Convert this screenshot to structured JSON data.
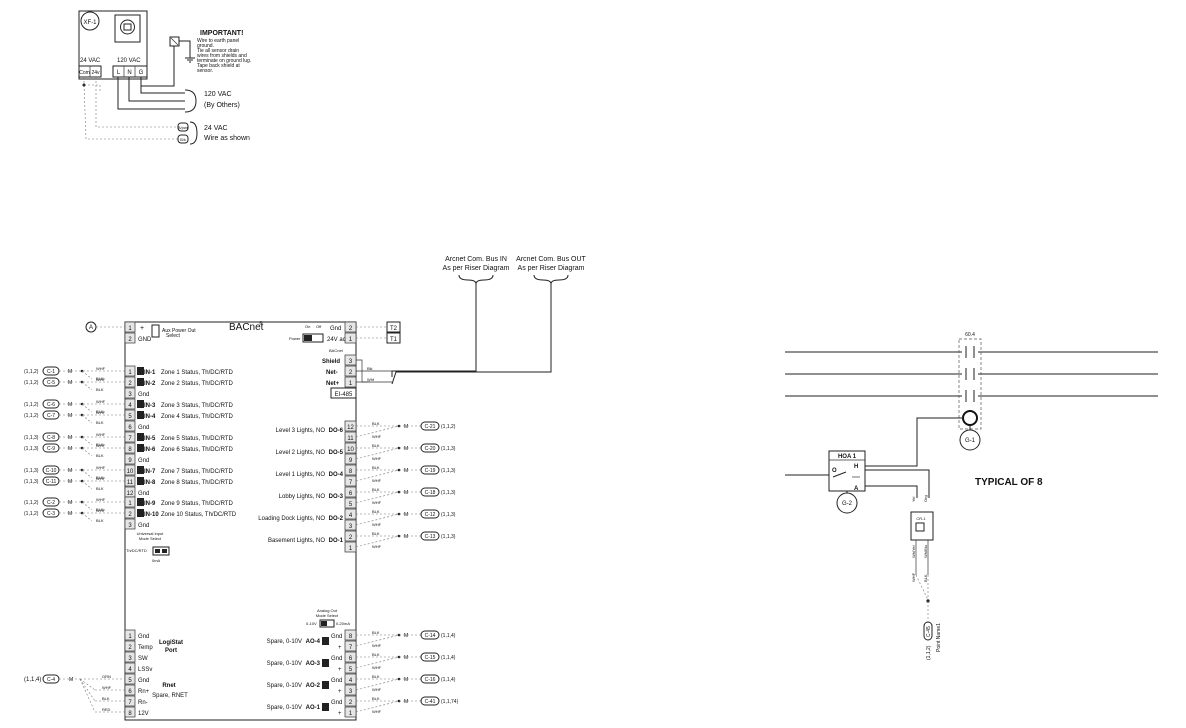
{
  "transformer": {
    "tag": "XF-1",
    "label_24": "24 VAC",
    "label_120": "120 VAC",
    "terminals_low": [
      "Com",
      "24v"
    ],
    "terminals_high": [
      "L",
      "N",
      "G"
    ],
    "important_title": "IMPORTANT!",
    "important_lines": [
      "Wire to earth panel",
      "ground.",
      "Tie all sensor drain",
      "wires from shields and",
      "terminate on ground lug.",
      "Tape back shield at",
      "sensor."
    ],
    "feed_120_lines": [
      "120 VAC",
      "(By Others)"
    ],
    "feed_24_lines": [
      "24 VAC",
      "Wire as shown"
    ],
    "wire_tags": [
      "B/pwr",
      "B/k"
    ]
  },
  "bus": {
    "in_lines": [
      "Arcnet Com. Bus IN",
      "As per Riser Diagram"
    ],
    "out_lines": [
      "Arcnet Com. Bus OUT",
      "As per Riser Diagram"
    ]
  },
  "controller": {
    "logo": "BACnet",
    "logo_mark": "®",
    "ref_a": "A",
    "aux_power": [
      "Aux Power Out",
      "Select"
    ],
    "top_left_terms": [
      {
        "n": "1",
        "l": "+"
      },
      {
        "n": "2",
        "l": "GND"
      }
    ],
    "power_terms": [
      {
        "n": "2",
        "l": "Gnd",
        "tag": "T2"
      },
      {
        "n": "1",
        "l": "24V ac",
        "tag": "T1"
      }
    ],
    "switch_labels": [
      "On",
      "Off"
    ],
    "switch_name": "Power",
    "bacnet_small": "BACnet",
    "rs485_terms": [
      {
        "n": "3",
        "l": "Shield"
      },
      {
        "n": "2",
        "l": "Net-"
      },
      {
        "n": "1",
        "l": "Net+"
      }
    ],
    "rs485_label": "EI-485",
    "rs485_wires": [
      "Blk",
      "Whf"
    ],
    "inputs_a": [
      {
        "n": "1",
        "io": "IN-1",
        "desc": "Zone 1 Status, Th/DC/RTD"
      },
      {
        "n": "2",
        "io": "IN-2",
        "desc": "Zone 2 Status, Th/DC/RTD"
      },
      {
        "n": "3",
        "io": "",
        "desc": "Gnd"
      },
      {
        "n": "4",
        "io": "IN-3",
        "desc": "Zone 3 Status, Th/DC/RTD"
      },
      {
        "n": "5",
        "io": "IN-4",
        "desc": "Zone 4 Status, Th/DC/RTD"
      },
      {
        "n": "6",
        "io": "",
        "desc": "Gnd"
      },
      {
        "n": "7",
        "io": "IN-5",
        "desc": "Zone 5 Status, Th/DC/RTD"
      },
      {
        "n": "8",
        "io": "IN-6",
        "desc": "Zone 6 Status, Th/DC/RTD"
      },
      {
        "n": "9",
        "io": "",
        "desc": "Gnd"
      },
      {
        "n": "10",
        "io": "IN-7",
        "desc": "Zone 7 Status, Th/DC/RTD"
      },
      {
        "n": "11",
        "io": "IN-8",
        "desc": "Zone 8 Status, Th/DC/RTD"
      },
      {
        "n": "12",
        "io": "",
        "desc": "Gnd"
      }
    ],
    "inputs_b": [
      {
        "n": "1",
        "io": "IN-9",
        "desc": "Zone 9 Status, Th/DC/RTD"
      },
      {
        "n": "2",
        "io": "IN-10",
        "desc": "Zone 10 Status, Th/DC/RTD"
      },
      {
        "n": "3",
        "io": "",
        "desc": "Gnd"
      }
    ],
    "input_refs": [
      {
        "addr": "(1,1,2)",
        "ref": "C-1"
      },
      {
        "addr": "(1,1,2)",
        "ref": "C-5"
      },
      {
        "addr": "(1,1,2)",
        "ref": "C-6"
      },
      {
        "addr": "(1,1,2)",
        "ref": "C-7"
      },
      {
        "addr": "(1,1,3)",
        "ref": "C-8"
      },
      {
        "addr": "(1,1,3)",
        "ref": "C-9"
      },
      {
        "addr": "(1,1,3)",
        "ref": "C-10"
      },
      {
        "addr": "(1,1,3)",
        "ref": "C-11"
      },
      {
        "addr": "(1,1,2)",
        "ref": "C-2"
      },
      {
        "addr": "(1,1,2)",
        "ref": "C-3"
      }
    ],
    "wire_m": "M",
    "wire_whf": "WHF",
    "wire_blk": "BLK",
    "jumper_lines": [
      "Universal Input",
      "Mode Select"
    ],
    "jumper_labels": [
      "Th/DC/RTD",
      "0mA"
    ],
    "outputs_do": [
      {
        "t1": "12",
        "t2": "11",
        "io": "DO-6",
        "desc": "Level 3 Lights, NO",
        "ref": "C-21",
        "addr": "(1,1,2)"
      },
      {
        "t1": "10",
        "t2": "9",
        "io": "DO-5",
        "desc": "Level 2 Lights, NO",
        "ref": "C-20",
        "addr": "(1,1,3)"
      },
      {
        "t1": "8",
        "t2": "7",
        "io": "DO-4",
        "desc": "Level 1 Lights, NO",
        "ref": "C-19",
        "addr": "(1,1,3)"
      },
      {
        "t1": "6",
        "t2": "5",
        "io": "DO-3",
        "desc": "Lobby Lights, NO",
        "ref": "C-18",
        "addr": "(1,1,3)"
      },
      {
        "t1": "4",
        "t2": "3",
        "io": "DO-2",
        "desc": "Loading Dock Lights, NO",
        "ref": "C-12",
        "addr": "(1,1,3)"
      },
      {
        "t1": "2",
        "t2": "1",
        "io": "DO-1",
        "desc": "Basement Lights, NO",
        "ref": "C-13",
        "addr": "(1,1,3)"
      }
    ],
    "ao_mode": [
      "Analog Out",
      "Mode Select",
      "0-10V",
      "0-20mA"
    ],
    "outputs_ao": [
      {
        "t1": "8",
        "t2": "7",
        "io": "AO-4",
        "desc": "Spare, 0-10V",
        "ref": "C-14",
        "addr": "(1,1,4)"
      },
      {
        "t1": "6",
        "t2": "5",
        "io": "AO-3",
        "desc": "Spare, 0-10V",
        "ref": "C-15",
        "addr": "(1,1,4)"
      },
      {
        "t1": "4",
        "t2": "3",
        "io": "AO-2",
        "desc": "Spare, 0-10V",
        "ref": "C-16",
        "addr": "(1,1,4)"
      },
      {
        "t1": "2",
        "t2": "1",
        "io": "AO-1",
        "desc": "Spare, 0-10V",
        "ref": "C-41",
        "addr": "(1,1,74)"
      }
    ],
    "ao_gnd": "Gnd",
    "ao_plus": "+",
    "logistat_terms": [
      {
        "n": "1",
        "l": "Gnd"
      },
      {
        "n": "2",
        "l": "Temp"
      },
      {
        "n": "3",
        "l": "SW"
      },
      {
        "n": "4",
        "l": "LSSv"
      }
    ],
    "logistat_label": [
      "LogiStat",
      "Port"
    ],
    "rnet_terms": [
      {
        "n": "5",
        "l": "Gnd"
      },
      {
        "n": "6",
        "l": "Rn+"
      },
      {
        "n": "7",
        "l": "Rn-"
      },
      {
        "n": "8",
        "l": "12V"
      }
    ],
    "rnet_label": [
      "Rnet",
      "Spare, RNET"
    ],
    "rnet_ref": {
      "addr": "(1,1,4)",
      "ref": "C-4"
    },
    "rnet_wires": [
      "GRN",
      "WHF",
      "BLK",
      "RED"
    ]
  },
  "contactor": {
    "title": "TYPICAL OF 8",
    "tag_top": "60.4",
    "coil_tag": "G-1",
    "hoa": {
      "label": "HOA 1",
      "o": "O",
      "h": "H",
      "a": "A",
      "tag": "G-2"
    },
    "relay_wires": [
      "Yel",
      "Org",
      "Wh/Yel",
      "Wh/Blu"
    ],
    "relay_label": "CR-1",
    "bottom_wires": [
      "WHF",
      "BLK"
    ],
    "point": {
      "addr": "(1,1,2)",
      "ref": "C-45",
      "name": "Point Name1"
    }
  }
}
